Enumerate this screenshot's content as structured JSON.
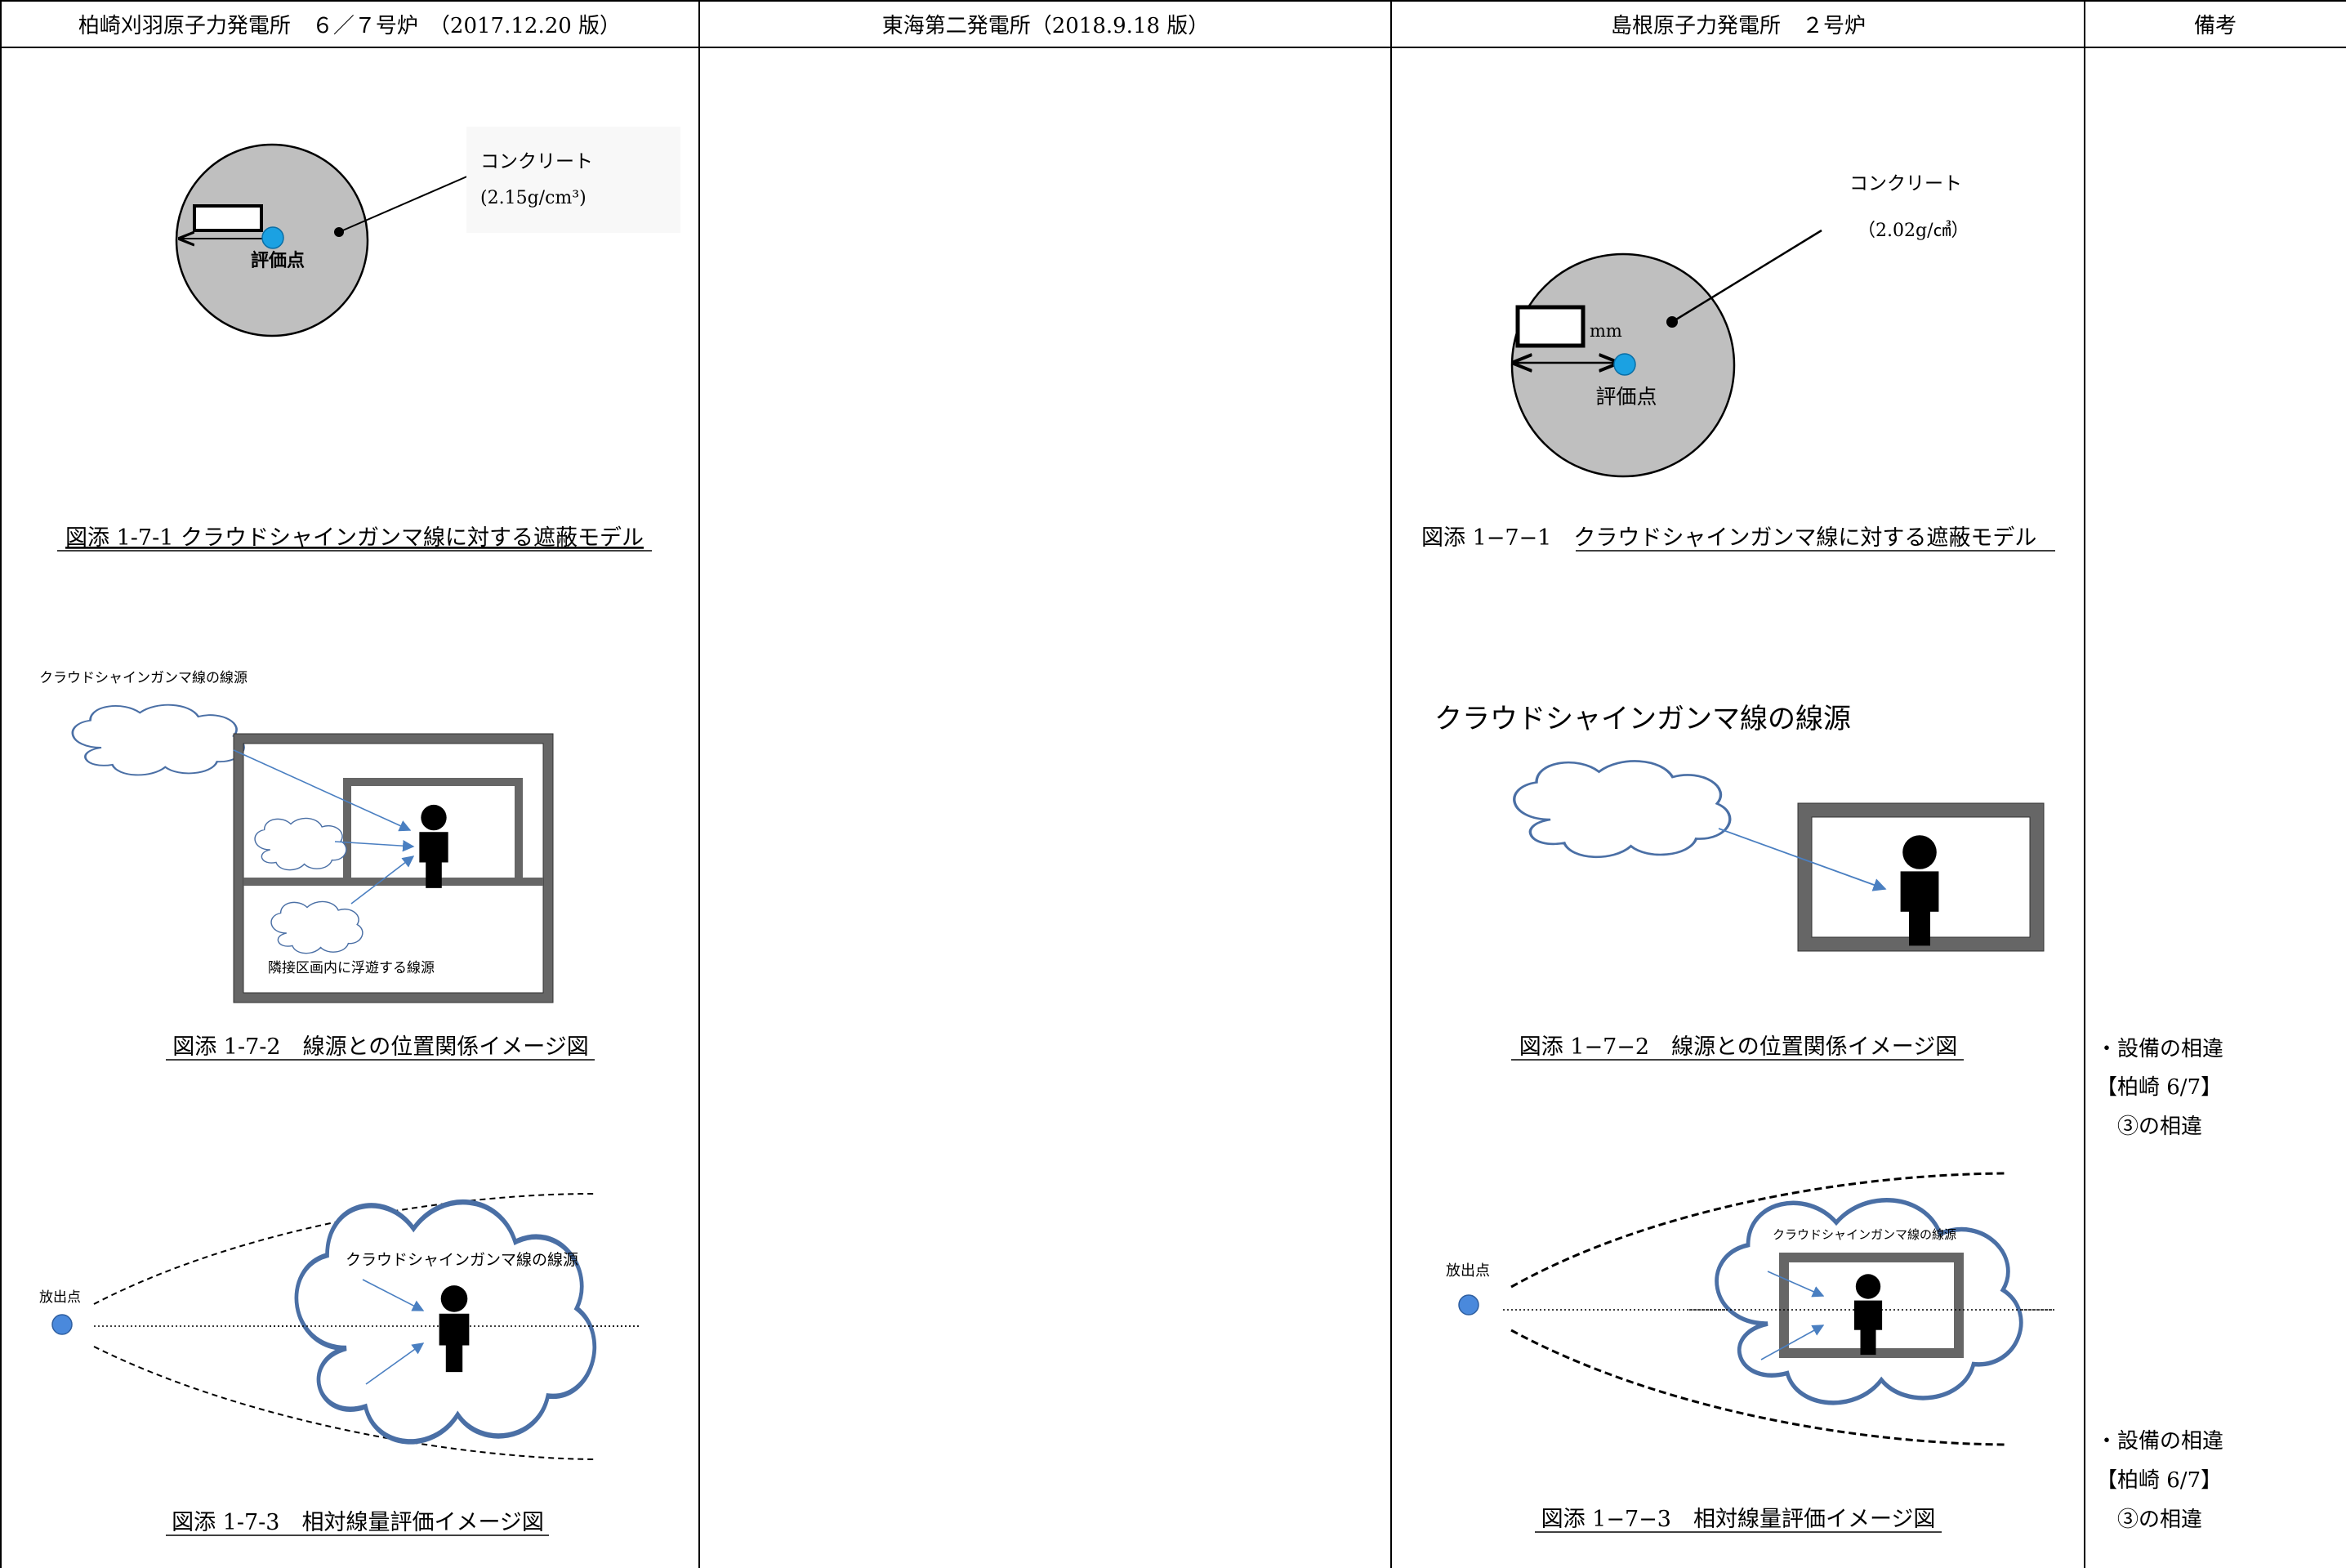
{
  "header": {
    "col1": "柏崎刈羽原子力発電所　６／７号炉　（2017.12.20 版）",
    "col2": "東海第二発電所（2018.9.18 版）",
    "col3": "島根原子力発電所　２号炉",
    "col4": "備考"
  },
  "kk": {
    "fig1": {
      "material": "コンクリート",
      "density": "(2.15g/cm³)",
      "point_label": "評価点",
      "caption": "図添 1-7-1 クラウドシャインガンマ線に対する遮蔽モデル"
    },
    "fig2": {
      "source_label": "クラウドシャインガンマ線の線源",
      "adjacent_label": "隣接区画内に浮遊する線源",
      "caption": "図添 1-7-2　線源との位置関係イメージ図"
    },
    "fig3": {
      "release_label": "放出点",
      "source_label": "クラウドシャインガンマ線の線源",
      "caption": "図添 1-7-3　相対線量評価イメージ図"
    }
  },
  "shimane": {
    "fig1": {
      "material": "コンクリート",
      "density": "（2.02g/㎤）",
      "unit": "mm",
      "point_label": "評価点",
      "caption_prefix": "図添 1−7−1　",
      "caption": "クラウドシャインガンマ線に対する遮蔽モデル"
    },
    "fig2": {
      "source_label": "クラウドシャインガンマ線の線源",
      "caption": "図添 1−7−2　線源との位置関係イメージ図"
    },
    "fig3": {
      "release_label": "放出点",
      "source_label": "クラウドシャインガンマ線の線源",
      "caption": "図添 1−7−3　相対線量評価イメージ図"
    }
  },
  "remarks": {
    "note1": {
      "line1": "・設備の相違",
      "line2": "【柏崎 6/7】",
      "line3": "③の相違"
    },
    "note2": {
      "line1": "・設備の相違",
      "line2": "【柏崎 6/7】",
      "line3": "③の相違"
    }
  }
}
